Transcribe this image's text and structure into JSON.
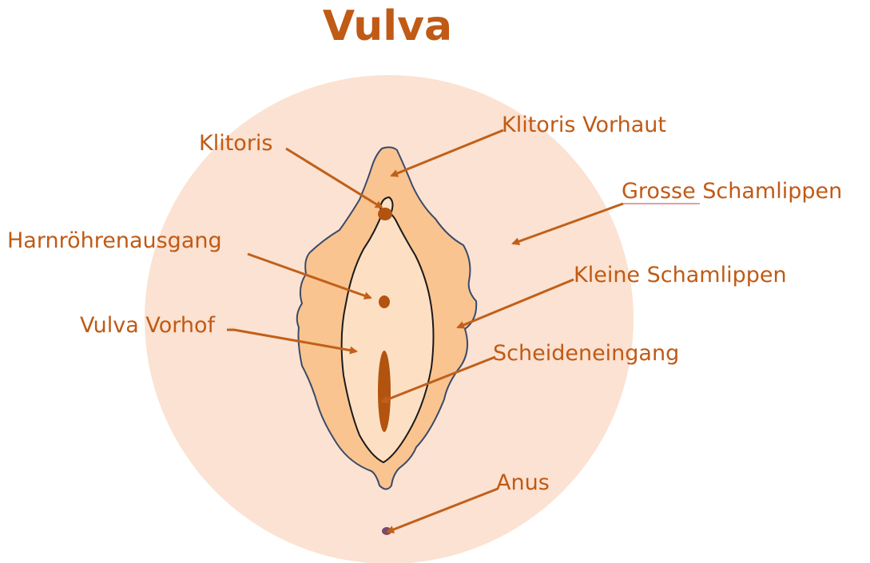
{
  "title": "Vulva",
  "colors": {
    "text": "#c05a15",
    "arrow": "#c0601a",
    "background_circle": "#fbe2d2",
    "outer_labia": "#f9c490",
    "inner_area": "#fde0c3",
    "outline": "#3a4a6a",
    "dot": "#b35310",
    "label_underline": "#e0a0a8"
  },
  "labels": {
    "klitoris": "Klitoris",
    "klitoris_vorhaut": "Klitoris Vorhaut",
    "grosse_schamlippen": "Grosse Schamlippen",
    "harnroehrenausgang": "Harnröhrenausgang",
    "kleine_schamlippen": "Kleine Schamlippen",
    "vulva_vorhof": "Vulva Vorhof",
    "scheideneingang": "Scheideneingang",
    "anus": "Anus"
  }
}
